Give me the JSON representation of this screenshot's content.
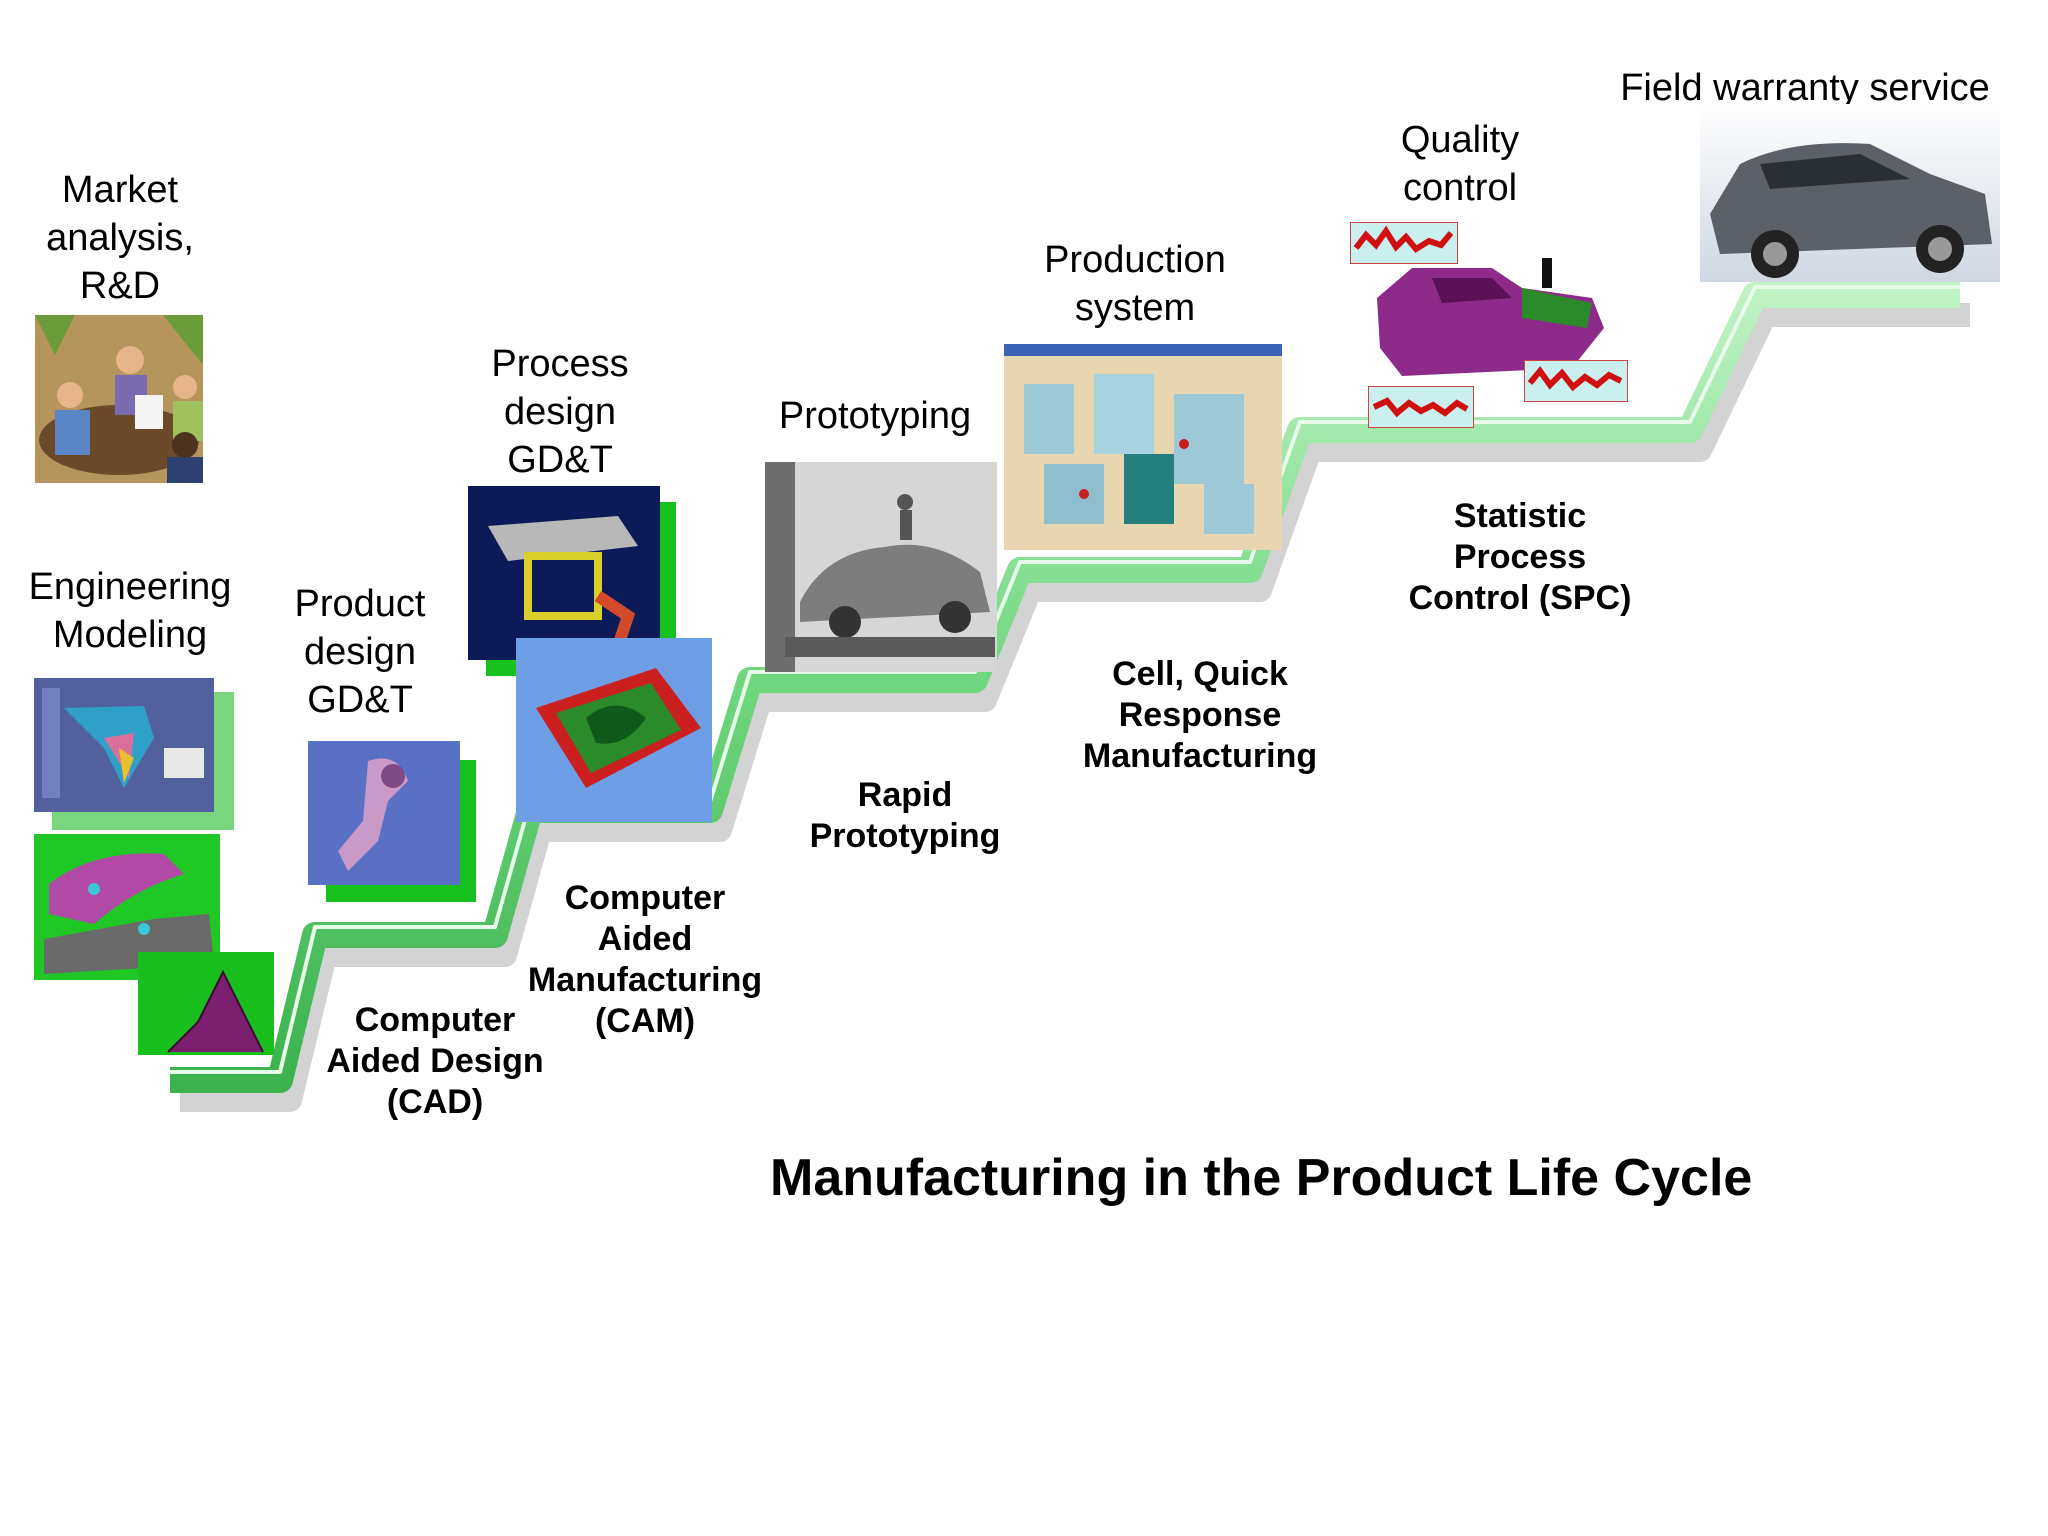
{
  "stages": [
    {
      "id": "market",
      "label": "Market\nanalysis,\nR&D"
    },
    {
      "id": "engineering",
      "label": "Engineering\nModeling"
    },
    {
      "id": "product-design",
      "label": "Product\ndesign\nGD&T"
    },
    {
      "id": "process-design",
      "label": "Process\ndesign\nGD&T"
    },
    {
      "id": "prototyping",
      "label": "Prototyping"
    },
    {
      "id": "production",
      "label": "Production\nsystem"
    },
    {
      "id": "quality",
      "label": "Quality\ncontrol"
    },
    {
      "id": "field",
      "label": "Field warranty service"
    }
  ],
  "technologies": [
    {
      "id": "cad",
      "label": "Computer\nAided Design\n(CAD)"
    },
    {
      "id": "cam",
      "label": "Computer\nAided\nManufacturing\n(CAM)"
    },
    {
      "id": "rapid",
      "label": "Rapid\nPrototyping"
    },
    {
      "id": "cell",
      "label": "Cell, Quick\nResponse\nManufacturing"
    },
    {
      "id": "spc",
      "label": "Statistic\nProcess\nControl (SPC)"
    }
  ],
  "title": "Manufacturing  in the Product Life Cycle",
  "colors": {
    "staircase": "#7fdc8c",
    "staircase_edge": "#3fbf55",
    "shadow": "#cfcfcf",
    "photo_green": "#12c21d"
  }
}
